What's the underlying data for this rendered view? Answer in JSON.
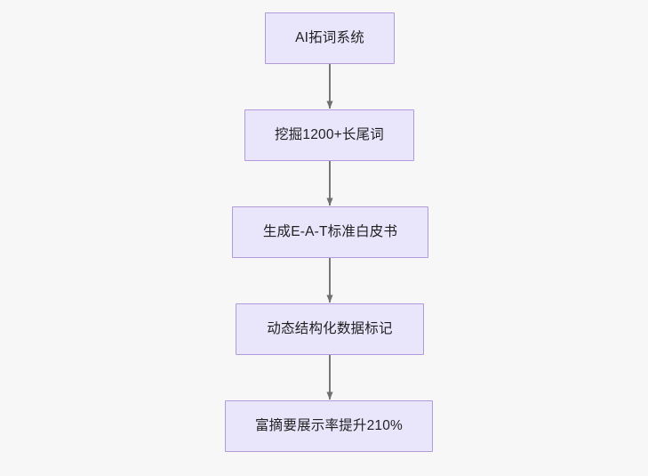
{
  "diagram": {
    "type": "flowchart",
    "direction": "top-to-bottom",
    "background_color": "#f7f7f7",
    "node_fill_color": "#e9e6fc",
    "node_border_color": "#b09adb",
    "node_text_color": "#1f2020",
    "edge_color": "#707070",
    "nodes": [
      {
        "id": "n1",
        "label": "AI拓词系统"
      },
      {
        "id": "n2",
        "label": "挖掘1200+长尾词"
      },
      {
        "id": "n3",
        "label": "生成E-A-T标准白皮书"
      },
      {
        "id": "n4",
        "label": "动态结构化数据标记"
      },
      {
        "id": "n5",
        "label": "富摘要展示率提升210%"
      }
    ],
    "edges": [
      {
        "from": "n1",
        "to": "n2",
        "label": "",
        "arrow": "arrowhead-down-icon"
      },
      {
        "from": "n2",
        "to": "n3",
        "label": "",
        "arrow": "arrowhead-down-icon"
      },
      {
        "from": "n3",
        "to": "n4",
        "label": "",
        "arrow": "arrowhead-down-icon"
      },
      {
        "from": "n4",
        "to": "n5",
        "label": "",
        "arrow": "arrowhead-down-icon"
      }
    ]
  }
}
